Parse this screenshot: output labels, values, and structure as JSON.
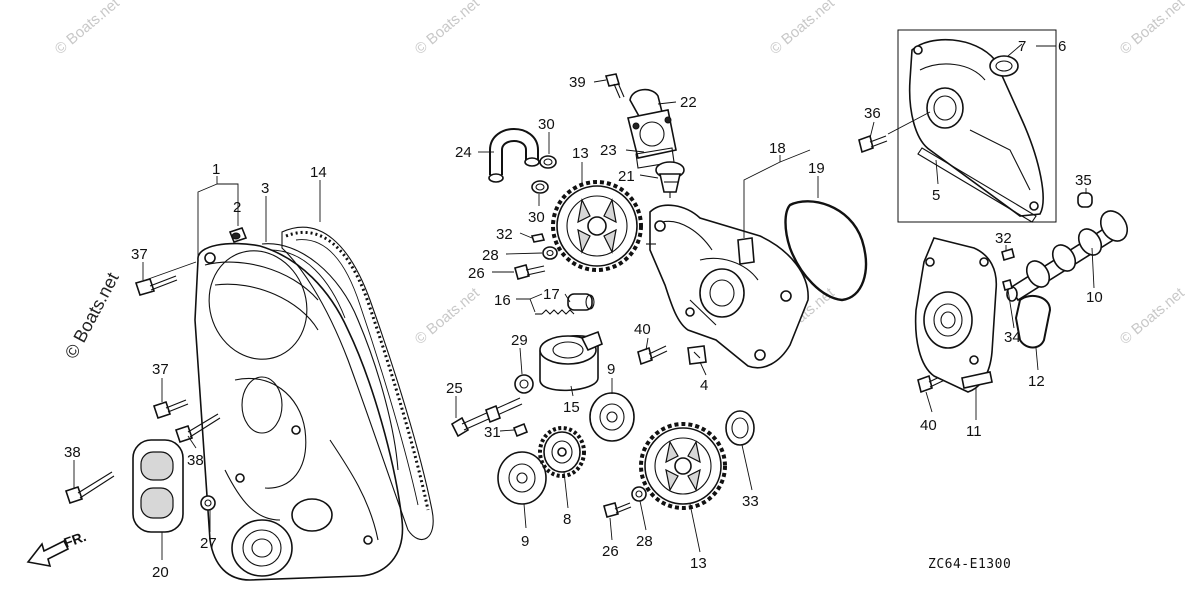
{
  "diagram_code": "ZC64-E1300",
  "front_indicator": "FR.",
  "watermark": "© Boats.net",
  "side_watermark": "© Boats.net",
  "callouts": {
    "n1": "1",
    "n2": "2",
    "n3": "3",
    "n4": "4",
    "n5": "5",
    "n6": "6",
    "n7": "7",
    "n8": "8",
    "n9a": "9",
    "n9b": "9",
    "n10": "10",
    "n11": "11",
    "n12": "12",
    "n13a": "13",
    "n13b": "13",
    "n14": "14",
    "n15": "15",
    "n16": "16",
    "n17": "17",
    "n18": "18",
    "n19": "19",
    "n20": "20",
    "n21": "21",
    "n22": "22",
    "n23": "23",
    "n24": "24",
    "n25": "25",
    "n26a": "26",
    "n26b": "26",
    "n27": "27",
    "n28a": "28",
    "n28b": "28",
    "n29": "29",
    "n30a": "30",
    "n30b": "30",
    "n31": "31",
    "n32a": "32",
    "n32b": "32",
    "n33": "33",
    "n34": "34",
    "n35": "35",
    "n36": "36",
    "n37a": "37",
    "n37b": "37",
    "n38a": "38",
    "n38b": "38",
    "n39": "39",
    "n40a": "40",
    "n40b": "40"
  }
}
